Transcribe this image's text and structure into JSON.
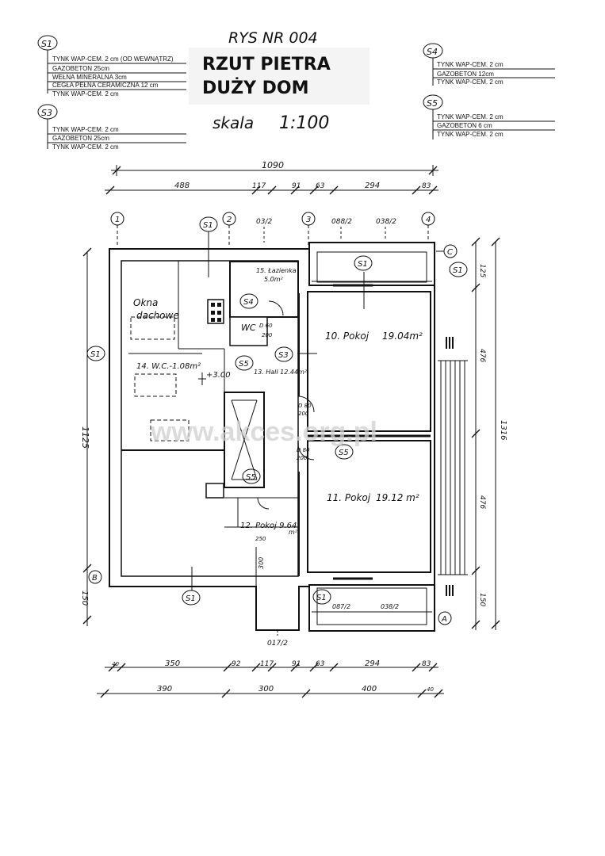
{
  "header": {
    "drawing_no": "RYS NR 004",
    "title_line1": "RZUT PIETRA",
    "title_line2": "DUŻY DOM",
    "scale_word": "skala",
    "scale_value": "1:100"
  },
  "legend": {
    "s1": {
      "tag": "S1",
      "layers": [
        "TYNK WAP-CEM. 2 cm (OD WEWNĄTRZ)",
        "GAZOBETON 25cm",
        "WEŁNA MINERALNA 3cm",
        "CEGŁA PEŁNA CERAMICZNA 12 cm",
        "TYNK WAP-CEM. 2 cm"
      ]
    },
    "s3": {
      "tag": "S3",
      "layers": [
        "TYNK WAP-CEM. 2 cm",
        "GAZOBETON 25cm",
        "TYNK WAP-CEM. 2 cm"
      ]
    },
    "s4": {
      "tag": "S4",
      "layers": [
        "TYNK WAP-CEM. 2 cm",
        "GAZOBETON 12cm",
        "TYNK WAP-CEM. 2 cm"
      ]
    },
    "s5": {
      "tag": "S5",
      "layers": [
        "TYNK WAP-CEM. 2 cm",
        "GAZOBETON 6 cm",
        "TYNK WAP-CEM. 2 cm"
      ]
    }
  },
  "dimensions": {
    "top_total": "1090",
    "top_row": [
      "488",
      "117",
      "91",
      "63",
      "294",
      "83"
    ],
    "bottom_row1": [
      "40",
      "350",
      "92",
      "117",
      "91",
      "63",
      "294",
      "83"
    ],
    "bottom_row2": [
      "390",
      "300",
      "400",
      "40"
    ],
    "left_main": "1125",
    "left_lower": "150",
    "right_total": "1316",
    "right_parts": [
      "125",
      "476",
      "476",
      "150"
    ]
  },
  "axes": {
    "col1": "1",
    "col2": "2",
    "col3": "3",
    "col4": "4",
    "rowA": "A",
    "rowB": "B",
    "rowC": "C",
    "top_refs": [
      "03/2",
      "088/2",
      "038/2"
    ],
    "bottom_refs": [
      "017/2",
      "087/2",
      "038/2"
    ]
  },
  "rooms": {
    "r15": {
      "name": "15. Łazienka",
      "area": "5.0m²"
    },
    "r10": {
      "name": "10. Pokoj",
      "area": "19.04m²"
    },
    "r14": {
      "name": "14. W.C.-1.08m²"
    },
    "r13": {
      "name": "13. Hall 12.44m²"
    },
    "r11": {
      "name": "11. Pokoj",
      "area": "19.12 m²"
    },
    "r12": {
      "name": "12. Pokoj 9.64",
      "area": "m²"
    },
    "okna_1": "Okna",
    "okna_2": "dachowe",
    "wc_label": "WC",
    "elevation": "+3.00",
    "door_d60": "D 60",
    "door_200": "200",
    "door_d80_a": "D 80",
    "door_200_a": "200",
    "door_d80_b": "D 80",
    "door_200_b": "200",
    "door_300": "300",
    "small_250": "250"
  },
  "wall_tags": [
    "S1",
    "S1",
    "S1",
    "S4",
    "S5",
    "S3",
    "S5",
    "S5",
    "S1",
    "S1",
    "S1"
  ],
  "watermark": "www.akces.org.pl"
}
